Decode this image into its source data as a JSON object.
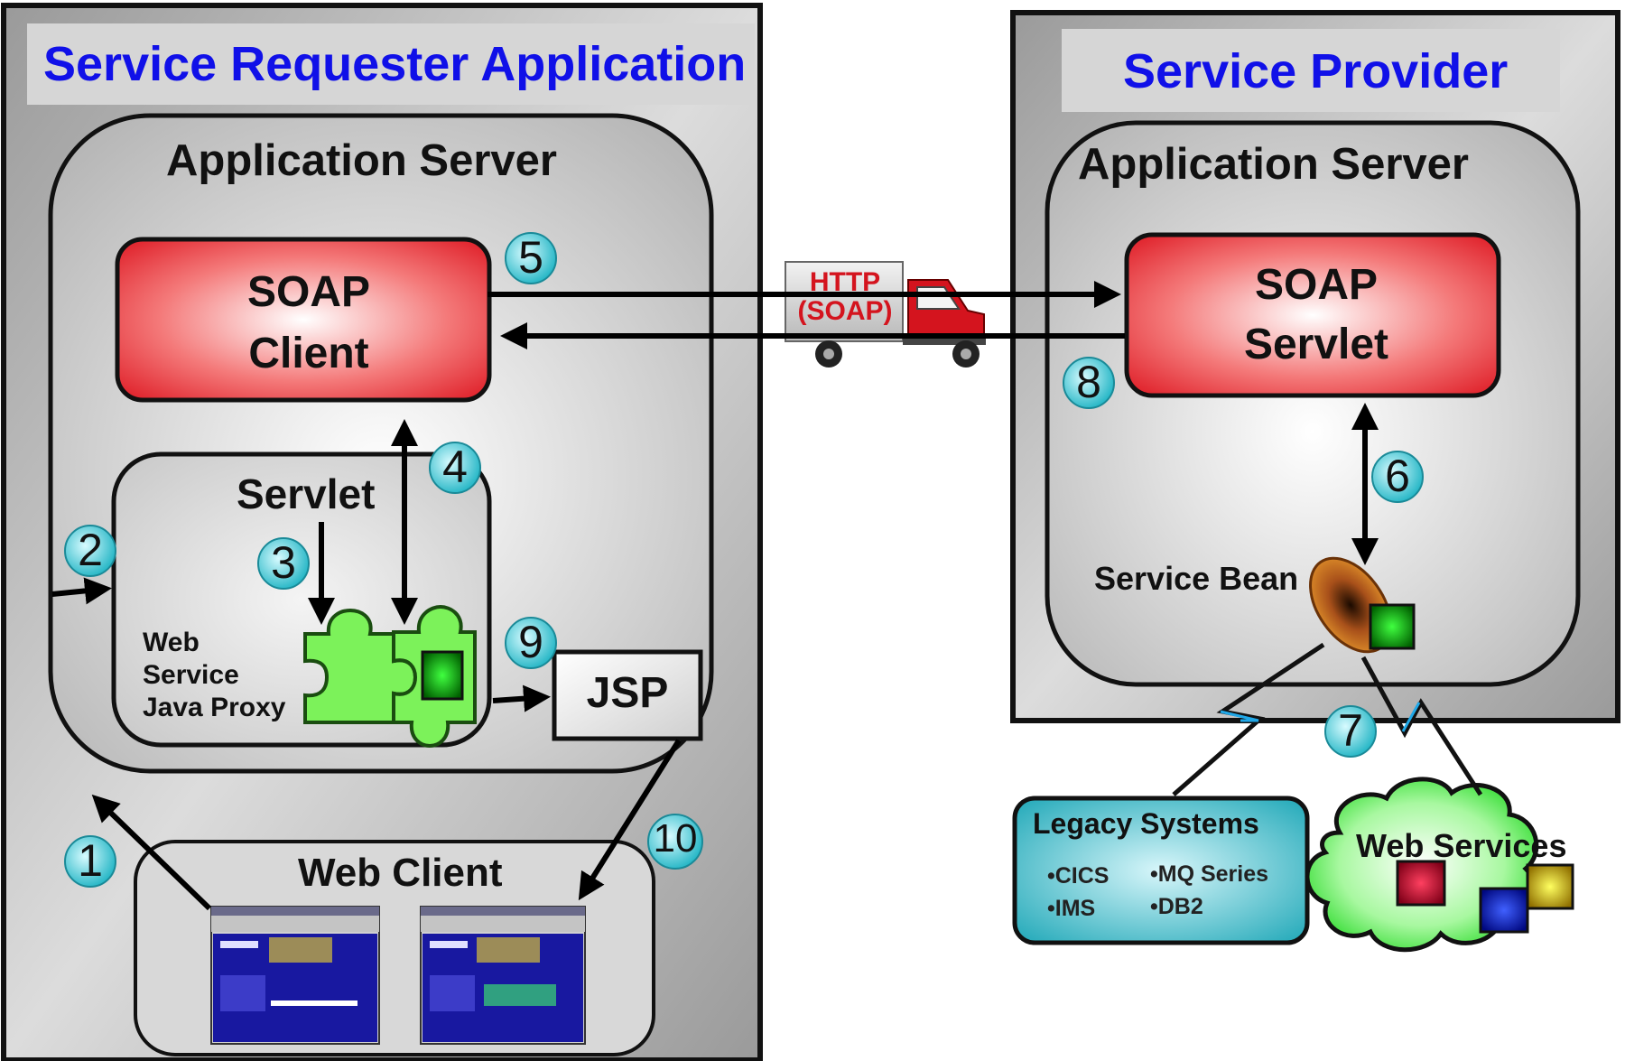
{
  "requester": {
    "title": "Service Requester Application",
    "app_server": "Application Server",
    "soap_client_line1": "SOAP",
    "soap_client_line2": "Client",
    "servlet": "Servlet",
    "proxy_line1": "Web",
    "proxy_line2": "Service",
    "proxy_line3": "Java Proxy",
    "jsp": "JSP",
    "web_client": "Web Client"
  },
  "transport": {
    "line1": "HTTP",
    "line2": "(SOAP)"
  },
  "provider": {
    "title": "Service Provider",
    "app_server": "Application Server",
    "soap_servlet_line1": "SOAP",
    "soap_servlet_line2": "Servlet",
    "service_bean": "Service Bean"
  },
  "legacy": {
    "title": "Legacy Systems",
    "items": [
      "•CICS",
      "•MQ Series",
      "•IMS",
      "•DB2"
    ]
  },
  "web_services": {
    "label": "Web Services"
  },
  "steps": [
    "1",
    "2",
    "3",
    "4",
    "5",
    "6",
    "7",
    "8",
    "9",
    "10"
  ],
  "colors": {
    "title_blue": "#1010e8",
    "soap_red": "#e0202a",
    "puzzle_green": "#7cf25a",
    "badge_teal": "#1fb4c4",
    "legacy_teal": "#20a8b8",
    "cloud_green": "#22e022",
    "truck_red": "#d4141e"
  }
}
